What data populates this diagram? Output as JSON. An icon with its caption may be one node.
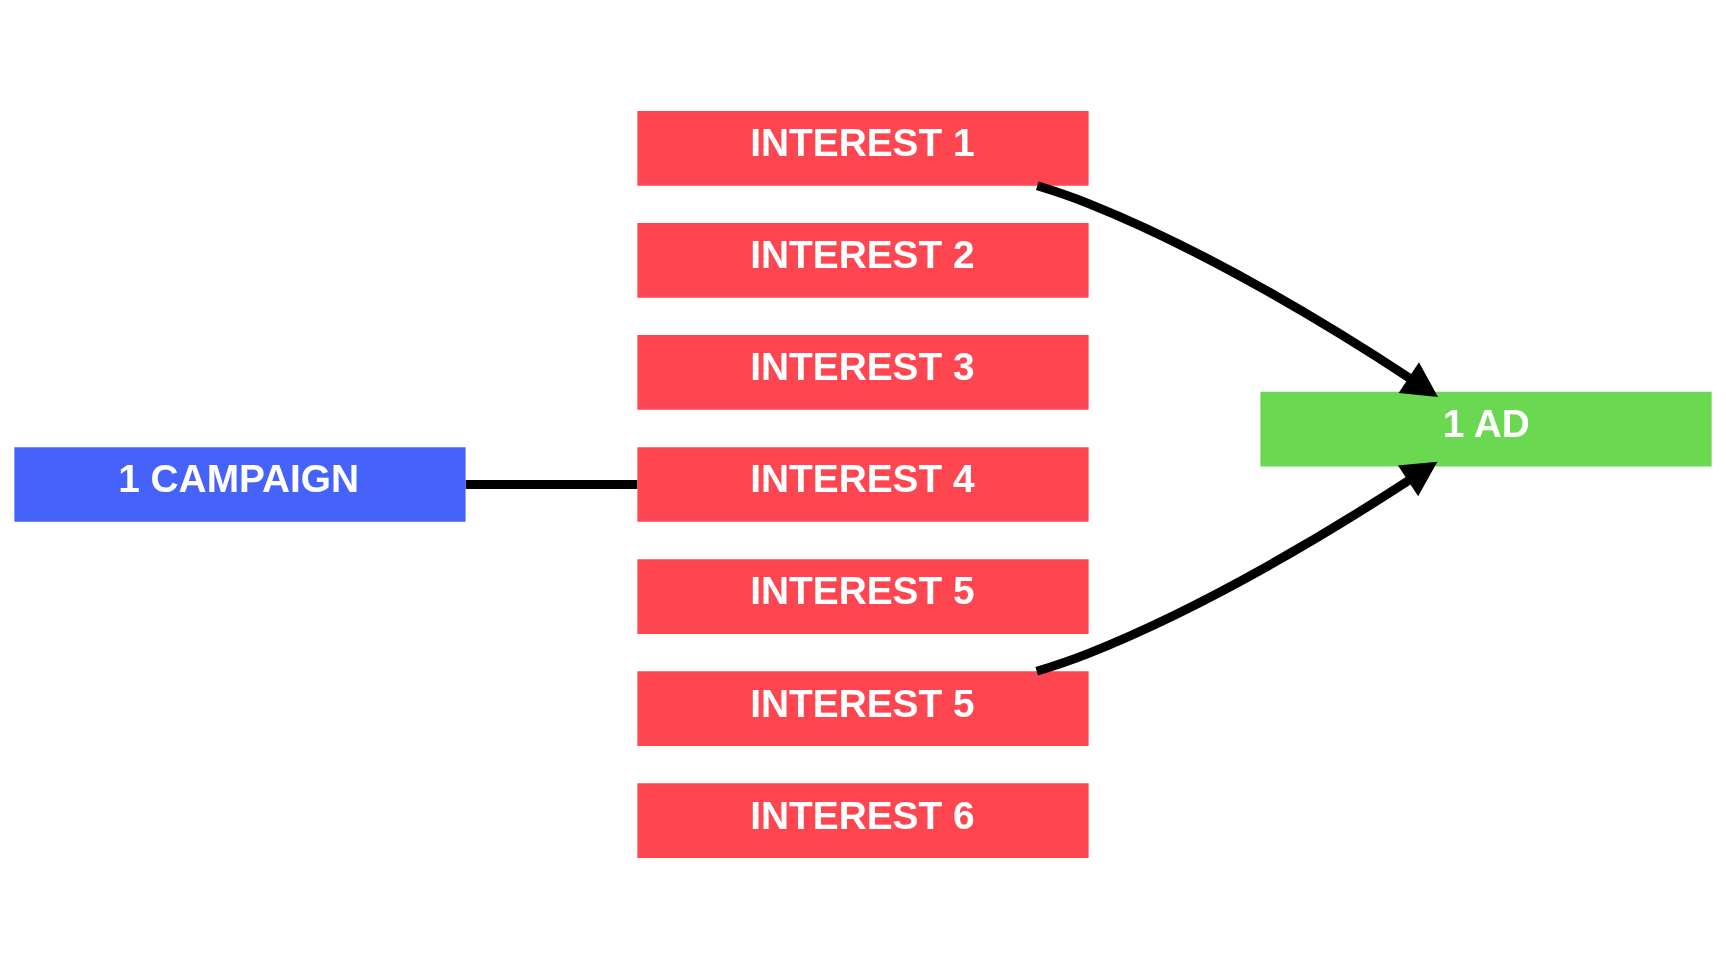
{
  "diagram": {
    "nodes": [
      {
        "text": [
          "1 CAMPAIGN"
        ]
      },
      {
        "text": [
          "INTEREST 1"
        ]
      },
      {
        "text": [
          "INTEREST 2"
        ]
      },
      {
        "text": [
          "INTEREST 3"
        ]
      },
      {
        "text": [
          "INTEREST 4"
        ]
      },
      {
        "text": [
          "INTEREST 5"
        ]
      },
      {
        "text": [
          "INTEREST 5"
        ]
      },
      {
        "text": [
          "INTEREST 6"
        ]
      },
      {
        "text": [
          "1 AD"
        ]
      }
    ],
    "edges": [
      {
        "from": 0,
        "to": 4,
        "arrow": "none"
      },
      {
        "from": 1,
        "to": 8,
        "arrow": "to"
      },
      {
        "from": 6,
        "to": 8,
        "arrow": "to"
      }
    ]
  }
}
